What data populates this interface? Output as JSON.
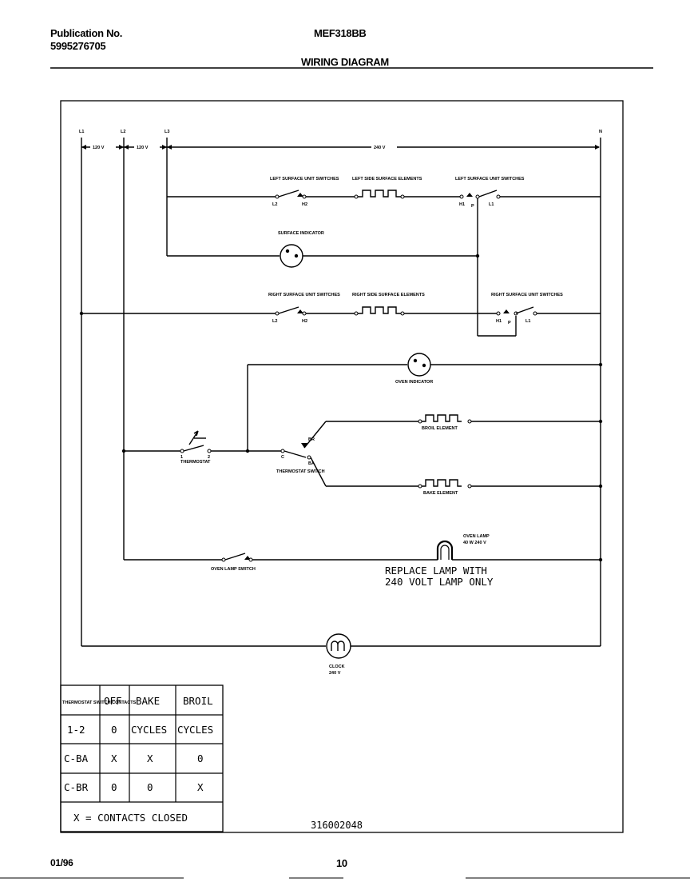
{
  "header": {
    "publication_label": "Publication No.",
    "publication_number": "5995276705",
    "model": "MEF318BB",
    "title": "WIRING DIAGRAM"
  },
  "diagram": {
    "lines": {
      "l1": "L1",
      "l2": "L2",
      "l3": "L3",
      "n": "N"
    },
    "voltages": {
      "v1": "120 V",
      "v2": "120 V",
      "v3": "240 V"
    },
    "left_switches": "LEFT SURFACE UNIT SWITCHES",
    "left_elements": "LEFT SIDE SURFACE ELEMENTS",
    "left_switches_2": "LEFT SURFACE UNIT SWITCHES",
    "surface_indicator": "SURFACE INDICATOR",
    "right_switches": "RIGHT SURFACE UNIT SWITCHES",
    "right_elements": "RIGHT SIDE SURFACE ELEMENTS",
    "right_switches_2": "RIGHT SURFACE UNIT SWITCHES",
    "oven_indicator": "OVEN INDICATOR",
    "broil_element": "BROIL ELEMENT",
    "bake_element": "BAKE ELEMENT",
    "thermostat": "THERMOSTAT",
    "thermostat_switch": "THERMOSTAT SWITCH",
    "oven_lamp": "OVEN LAMP",
    "oven_lamp_rating": "40 W 240 V",
    "oven_lamp_switch": "OVEN LAMP SWITCH",
    "replace_note_1": "REPLACE LAMP WITH",
    "replace_note_2": "240 VOLT LAMP ONLY",
    "clock": "CLOCK",
    "clock_rating": "240 V",
    "terminals": {
      "l2": "L2",
      "h2": "H2",
      "h1": "H1",
      "p": "P",
      "l1": "L1",
      "t1": "1",
      "t2": "2",
      "c": "C",
      "br": "BR",
      "ba": "BA"
    },
    "part_number": "316002048"
  },
  "contact_table": {
    "headers": [
      "THERMOSTAT SWITCH CONTACTS",
      "OFF",
      "BAKE",
      "BROIL"
    ],
    "rows": [
      [
        "1-2",
        "0",
        "CYCLES",
        "CYCLES"
      ],
      [
        "C-BA",
        "X",
        "X",
        "0"
      ],
      [
        "C-BR",
        "0",
        "0",
        "X"
      ]
    ],
    "legend": "X = CONTACTS CLOSED"
  },
  "footer": {
    "date": "01/96",
    "page": "10"
  }
}
